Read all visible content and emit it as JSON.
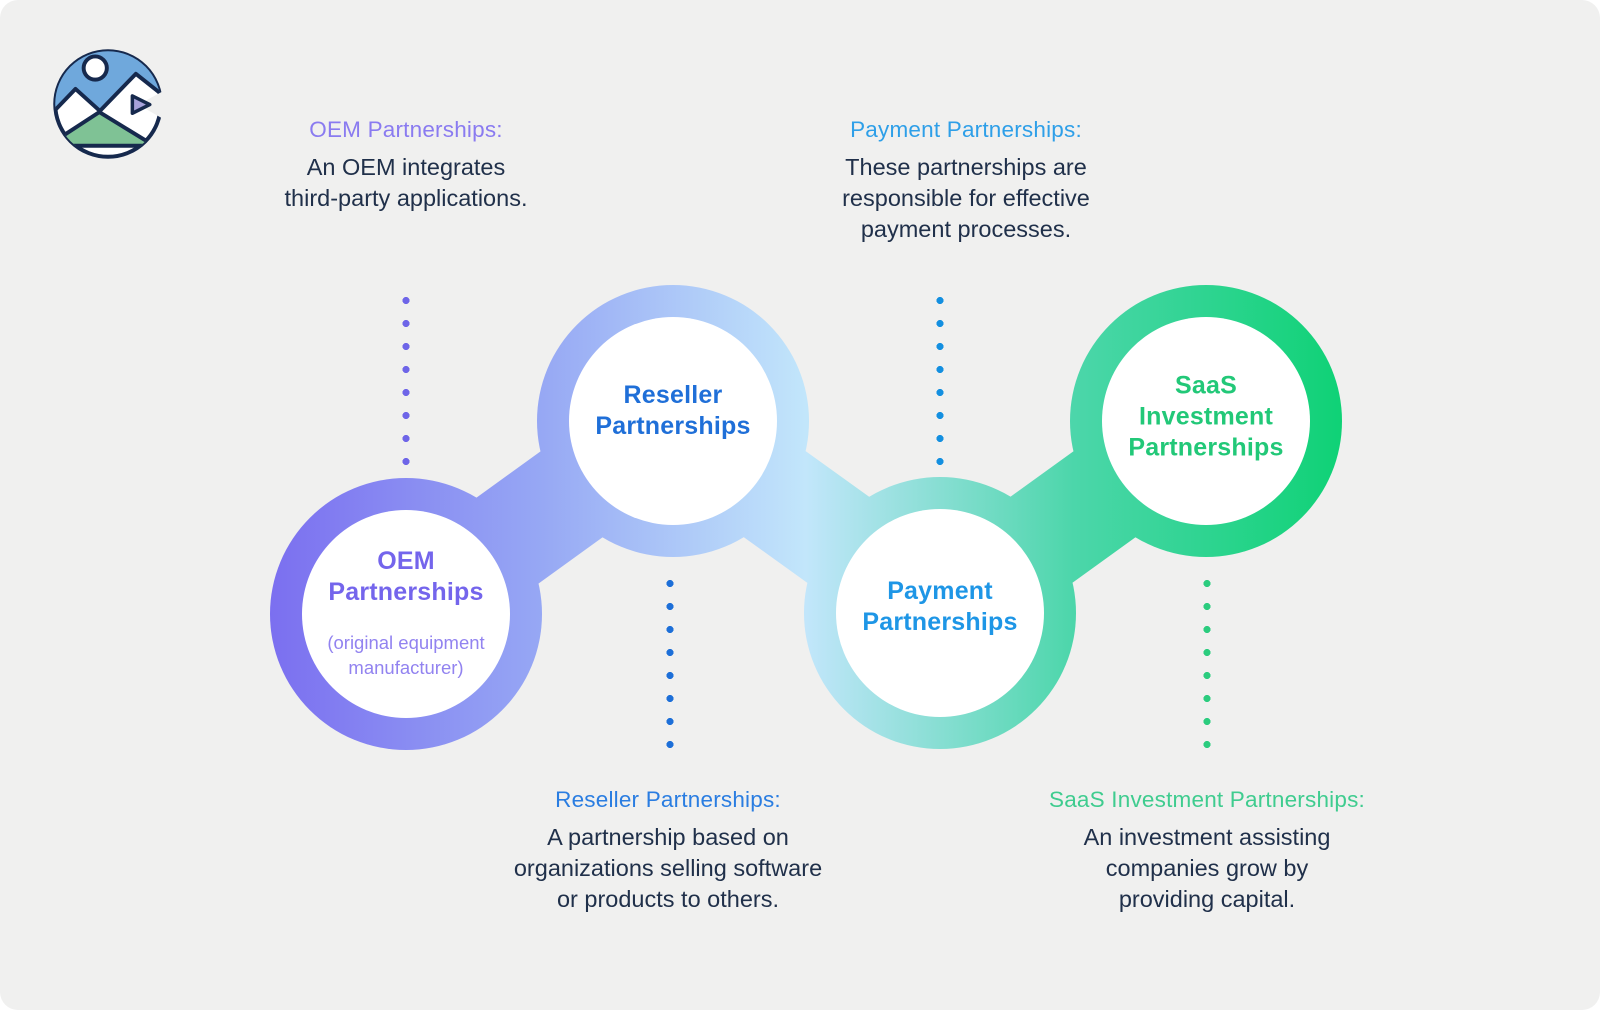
{
  "canvas": {
    "background": "#f0f0ef",
    "body_text_color": "#20304a"
  },
  "logo": {
    "name": "mountain-lake-logo",
    "colors": {
      "outline": "#16294d",
      "sky_blue": "#6fa8dc",
      "mountain_green": "#7fc295",
      "flag_purple": "#a7a2db"
    }
  },
  "gradient": {
    "direction": "left-to-right",
    "stops": [
      "#7b6ff0",
      "#96a7f4",
      "#c2e6fb",
      "#4cd6aa",
      "#0fd276"
    ]
  },
  "nodes": [
    {
      "id": "oem",
      "label": "OEM\nPartnerships",
      "sublabel": "(original equipment\nmanufacturer)",
      "label_color": "#7465ec",
      "sublabel_color": "#9283f0",
      "dot_color": "#6e65e8"
    },
    {
      "id": "reseller",
      "label": "Reseller\nPartnerships",
      "label_color": "#1f6fd8",
      "dot_color": "#1d6fd8"
    },
    {
      "id": "payment",
      "label": "Payment\nPartnerships",
      "label_color": "#1e96e6",
      "dot_color": "#138fe0"
    },
    {
      "id": "saas",
      "label": "SaaS\nInvestment\nPartnerships",
      "label_color": "#22c878",
      "dot_color": "#2bcc7e"
    }
  ],
  "annotations": [
    {
      "id": "oem-note",
      "title": "OEM Partnerships:",
      "title_color": "#8a7bf0",
      "body": "An OEM integrates\nthird-party applications."
    },
    {
      "id": "payment-note",
      "title": "Payment Partnerships:",
      "title_color": "#2e9fe8",
      "body": "These partnerships are\nresponsible for effective\npayment processes."
    },
    {
      "id": "reseller-note",
      "title": "Reseller Partnerships:",
      "title_color": "#2a7de1",
      "body": "A partnership based on\norganizations selling software\nor products to others."
    },
    {
      "id": "saas-note",
      "title": "SaaS Investment Partnerships:",
      "title_color": "#3fcc8f",
      "body": "An investment assisting\ncompanies grow by\nproviding capital."
    }
  ]
}
